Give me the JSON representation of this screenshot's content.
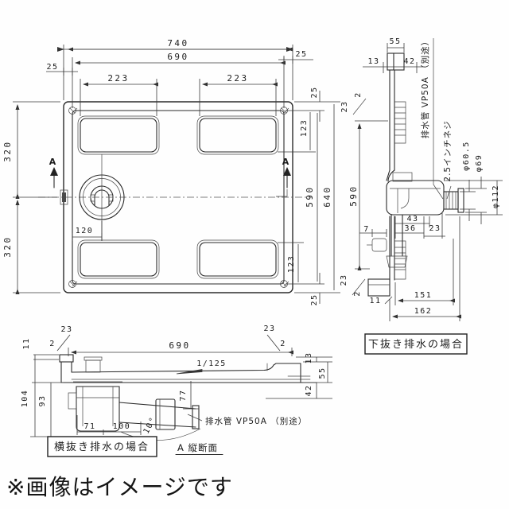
{
  "notice": "※画像はイメージです",
  "plan": {
    "d740": "740",
    "d690": "690",
    "d25a": "25",
    "d25b": "25",
    "d223a": "223",
    "d223b": "223",
    "d320a": "320",
    "d320b": "320",
    "d25c": "25",
    "d123a": "123",
    "d590": "590",
    "d640": "640",
    "d123b": "123",
    "d25d": "25",
    "d120": "120",
    "section_marker": "A"
  },
  "lower": {
    "caption": "下抜き排水の場合",
    "d55": "55",
    "d13": "13",
    "d42": "42",
    "d23a": "23",
    "d2a": "2",
    "d590": "590",
    "d23b": "23",
    "d2b": "2",
    "d11": "11",
    "d151": "151",
    "d162": "162",
    "d7": "7",
    "d43": "43",
    "d36": "36",
    "d23c": "23",
    "pipe_label": "排水管 VP50A （別途）",
    "screw_label": "2.5インチネジ",
    "dia1": "φ60.5",
    "dia2": "φ69",
    "dia3": "φ112"
  },
  "aa": {
    "caption": "横抜き排水の場合",
    "title": "A 縦断面",
    "d23a": "23",
    "d2a": "2",
    "d690": "690",
    "slope": "1/125",
    "d23b": "23",
    "d2b": "2",
    "d13": "13",
    "d55": "55",
    "d42": "42",
    "d11": "11",
    "d104": "104",
    "d93": "93",
    "d77": "77",
    "d71": "71",
    "d100": "100",
    "angle": "10°",
    "pipe_label": "排水管 VP50A （別途）"
  }
}
